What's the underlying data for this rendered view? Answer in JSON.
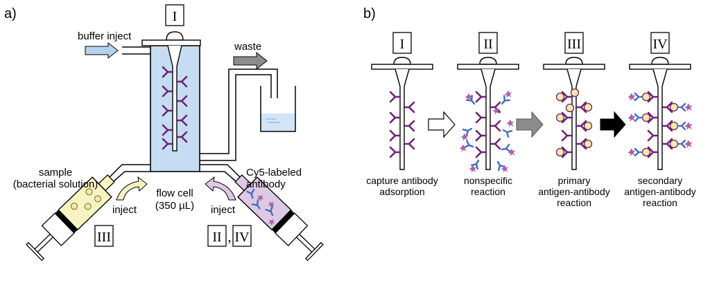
{
  "figure": {
    "panel_a": {
      "label": "a)",
      "roman_top": "I",
      "buffer_inject": "buffer inject",
      "waste": "waste",
      "sample_line1": "sample",
      "sample_line2": "(bacterial solution)",
      "inject_left": "inject",
      "flowcell_line1": "flow cell",
      "flowcell_line2": "(350 µL)",
      "inject_right": "inject",
      "cy5_line1": "Cy5-labeled",
      "cy5_line2": "antibody",
      "roman_sample": "III",
      "roman_antibody_a": "II",
      "roman_separator": ",",
      "roman_antibody_b": "IV"
    },
    "panel_b": {
      "label": "b)",
      "steps": [
        {
          "roman": "I",
          "caption": [
            "capture antibody",
            "adsorption"
          ]
        },
        {
          "roman": "II",
          "caption": [
            "nonspecific",
            "reaction"
          ]
        },
        {
          "roman": "III",
          "caption": [
            "primary",
            "antigen-antibody",
            "reaction"
          ]
        },
        {
          "roman": "IV",
          "caption": [
            "secondary",
            "antigen-antibody",
            "reaction"
          ]
        }
      ]
    }
  },
  "colors": {
    "flowcell_fill": "#c5dcf3",
    "antibody": "#6b2272",
    "labeled_antibody": "#3f6cbf",
    "dye": "#b35dac",
    "antigen": "#f6e9a8",
    "sample_fill": "#f8f3c2",
    "cy5_fill": "#ddc9e3",
    "waste_fill": "#d2e4f5",
    "arrow_grey": "#8c8c8c",
    "buffer_arrow": "#b3d2ef"
  }
}
